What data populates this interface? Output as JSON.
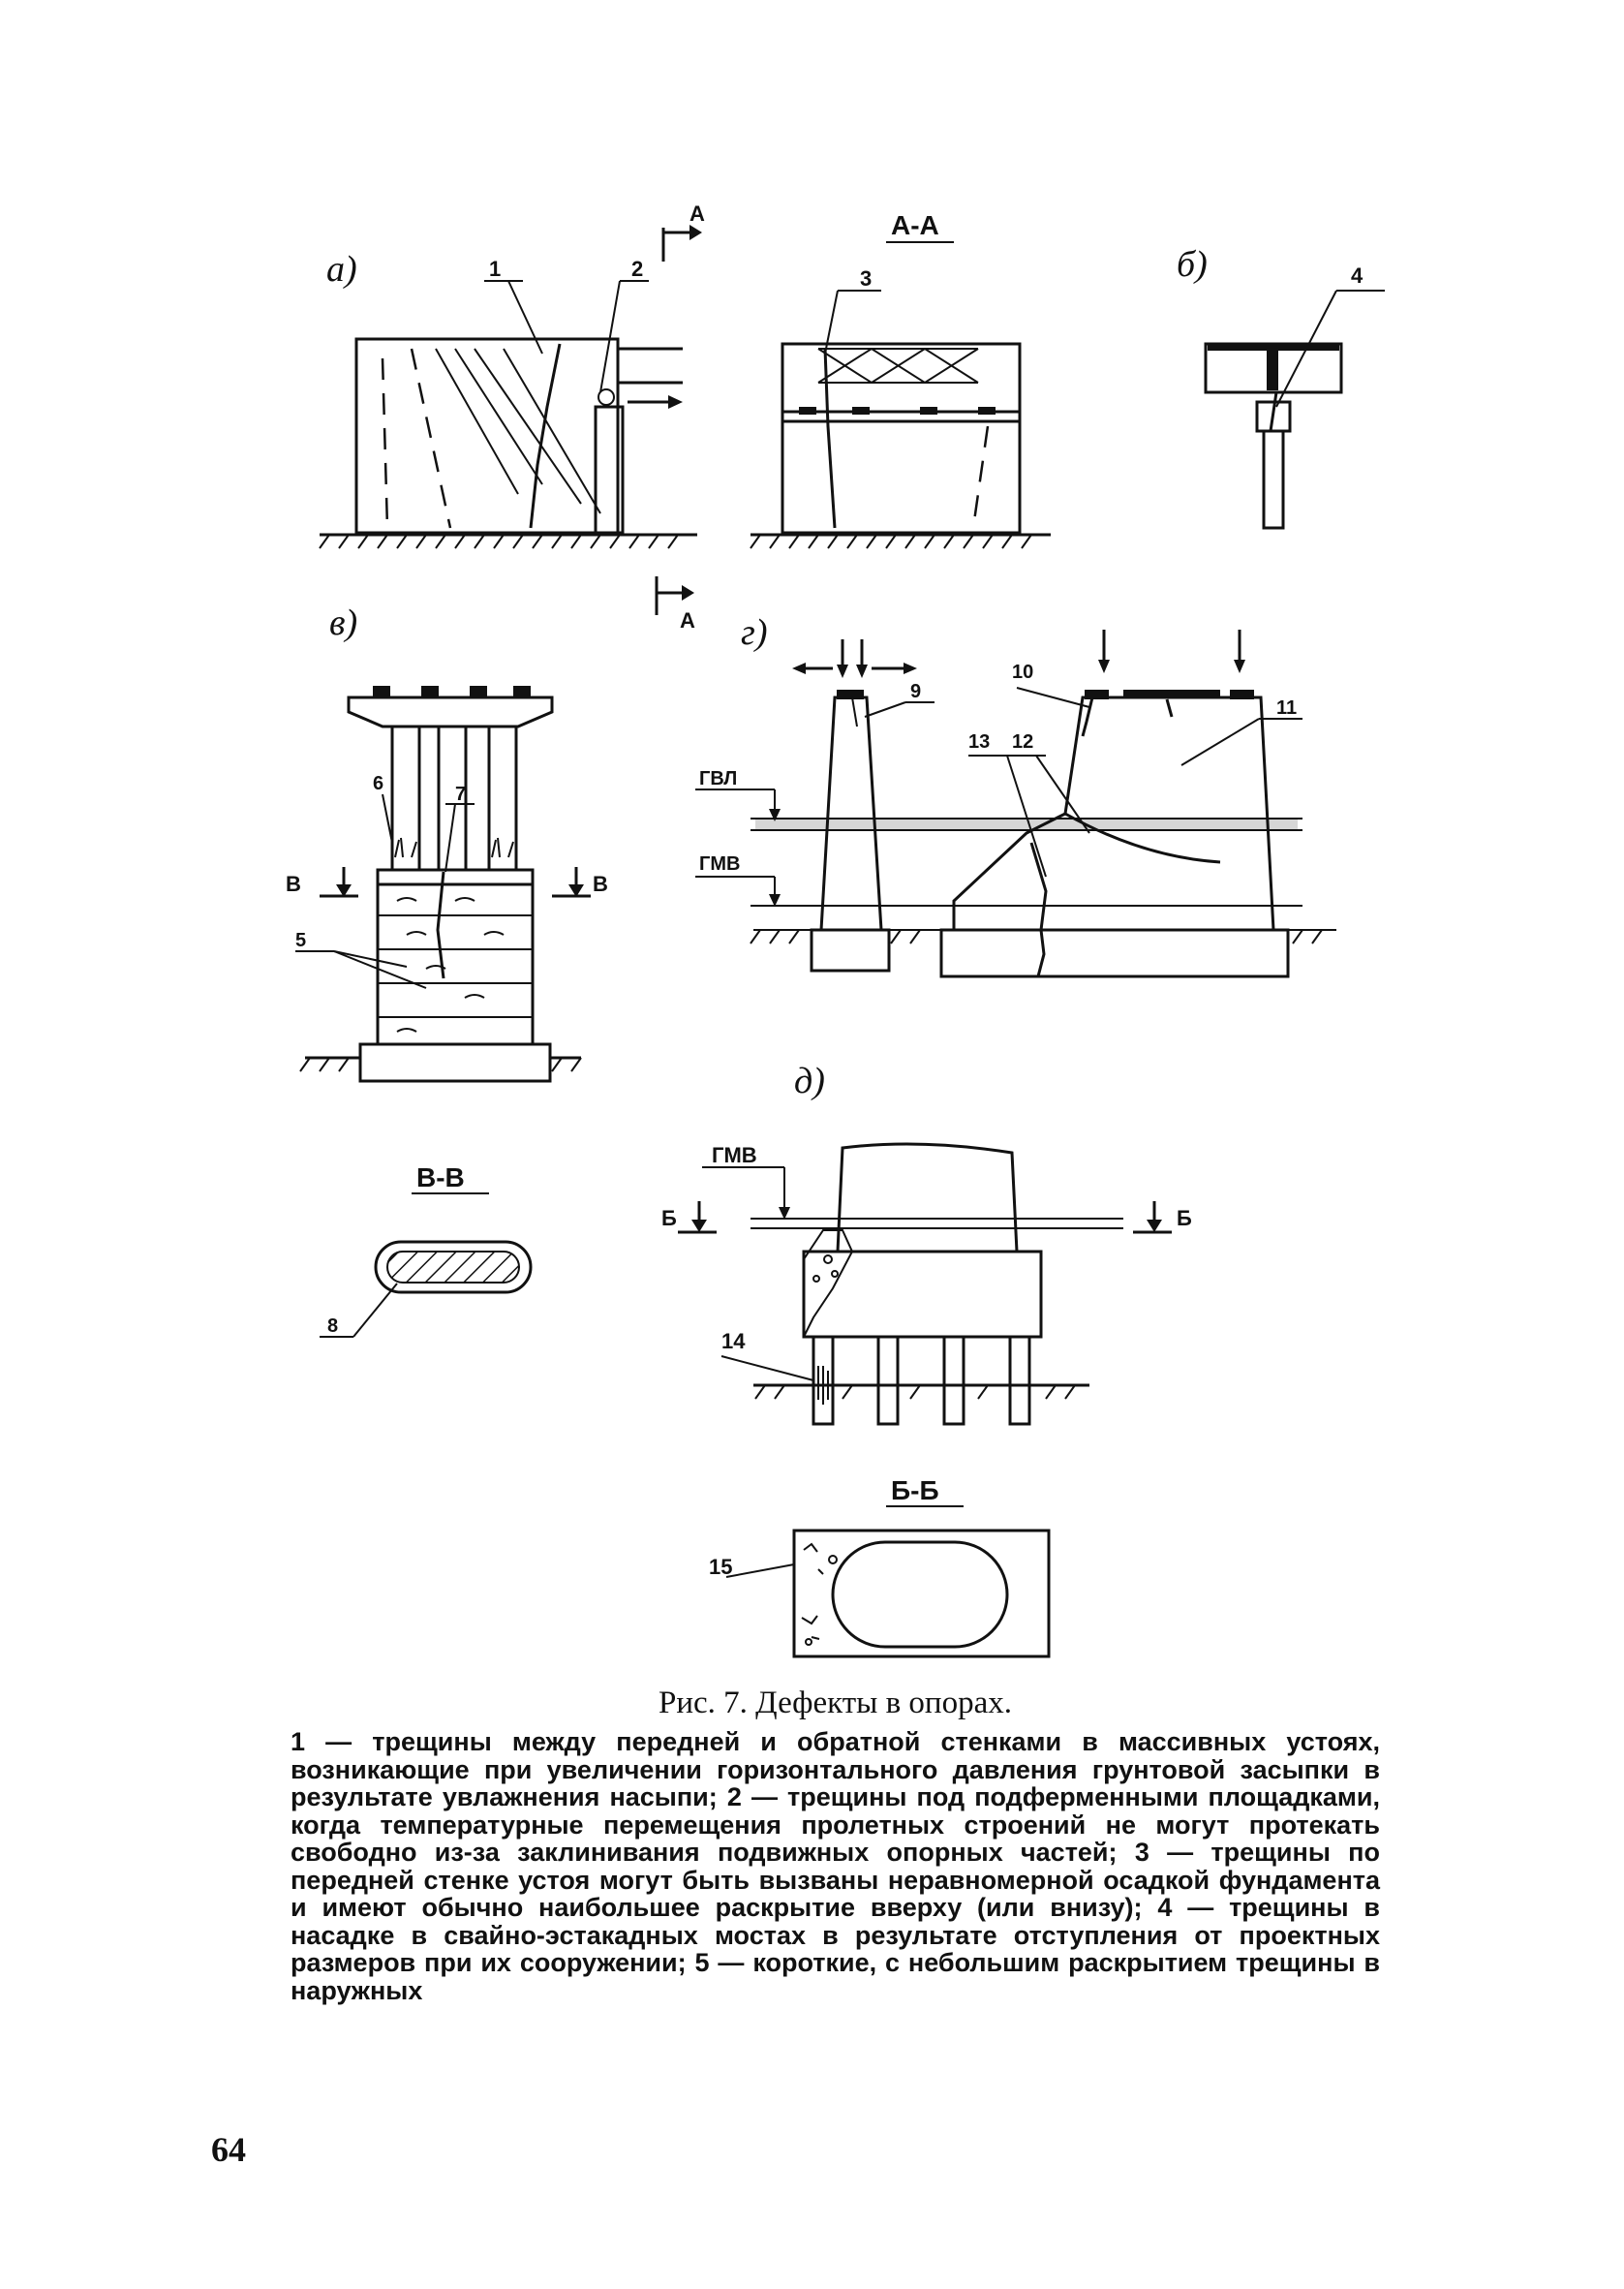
{
  "figure": {
    "panel_labels": {
      "a": "а)",
      "b": "б)",
      "v": "в)",
      "g": "г)",
      "d": "д)"
    },
    "section_labels": {
      "aa": "А-А",
      "vv": "В-В",
      "bb": "Б-Б"
    },
    "section_marks": {
      "a": "А",
      "v": "В",
      "b": "Б"
    },
    "water_levels": {
      "high": "ГВЛ",
      "low": "ГМВ"
    },
    "callouts": [
      "1",
      "2",
      "3",
      "4",
      "5",
      "6",
      "7",
      "8",
      "9",
      "10",
      "11",
      "12",
      "13",
      "14",
      "15"
    ]
  },
  "caption": "Рис. 7. Дефекты в опорах.",
  "legend": [
    {
      "num": "1",
      "text": " — трещины между передней и обратной стенками в массивных устоях, возникающие при увеличении горизонтального давления грунтовой засыпки в результате увлажнения насыпи; "
    },
    {
      "num": "2",
      "text": " — трещины под подферменными площадками, когда температурные перемещения пролетных строений не могут протекать свободно из-за заклинивания подвижных опорных частей; "
    },
    {
      "num": "3",
      "text": " — трещины по передней стенке устоя могут быть вызваны неравномерной осадкой фундамента и имеют обычно наибольшее раскрытие вверху (или внизу); "
    },
    {
      "num": "4",
      "text": " — трещины в насадке в свайно-эстакадных мостах в результате отступления от проектных размеров при их сооружении; "
    },
    {
      "num": "5",
      "text": " — короткие, с небольшим раскрытием трещины в наружных"
    }
  ],
  "page_number": "64"
}
